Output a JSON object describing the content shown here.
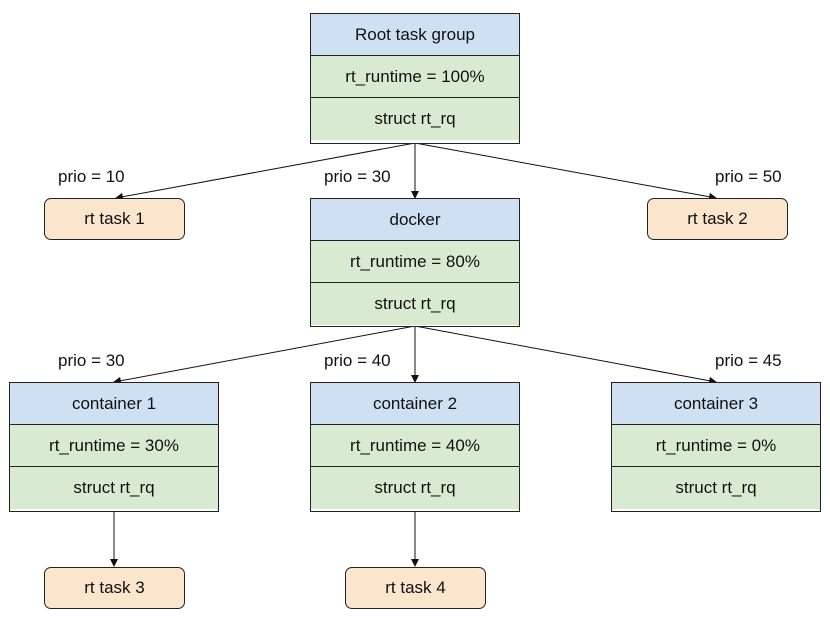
{
  "groups": {
    "root": {
      "title": "Root task group",
      "runtime": "rt_runtime = 100%",
      "rq": "struct rt_rq"
    },
    "docker": {
      "title": "docker",
      "runtime": "rt_runtime = 80%",
      "rq": "struct rt_rq"
    },
    "container1": {
      "title": "container 1",
      "runtime": "rt_runtime = 30%",
      "rq": "struct rt_rq"
    },
    "container2": {
      "title": "container 2",
      "runtime": "rt_runtime = 40%",
      "rq": "struct rt_rq"
    },
    "container3": {
      "title": "container 3",
      "runtime": "rt_runtime = 0%",
      "rq": "struct rt_rq"
    }
  },
  "tasks": {
    "task1": "rt task 1",
    "task2": "rt task 2",
    "task3": "rt task 3",
    "task4": "rt task 4"
  },
  "priorities": {
    "task1": "prio = 10",
    "docker": "prio = 30",
    "task2": "prio = 50",
    "container1": "prio = 30",
    "container2": "prio = 40",
    "container3": "prio = 45"
  },
  "colors": {
    "group_header": "#cfe0f3",
    "group_body": "#d9ead3",
    "task": "#fbe5cd"
  }
}
